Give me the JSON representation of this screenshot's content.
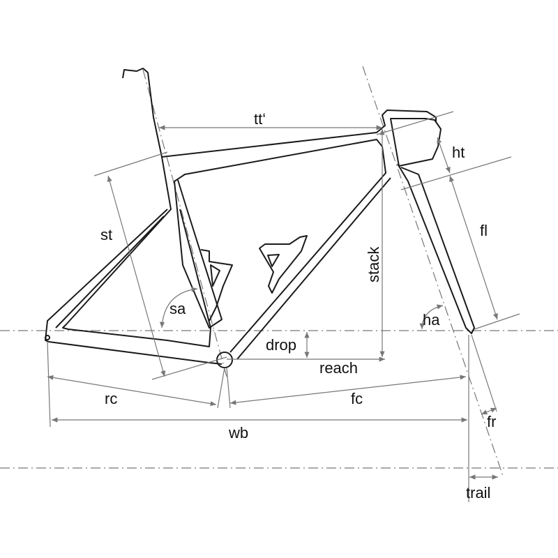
{
  "labels": {
    "tt": "tt‘",
    "ht": "ht",
    "st": "st",
    "stack": "stack",
    "fl": "fl",
    "sa": "sa",
    "ha": "ha",
    "drop": "drop",
    "reach": "reach",
    "rc": "rc",
    "fc": "fc",
    "wb": "wb",
    "fr": "fr",
    "trail": "trail"
  }
}
